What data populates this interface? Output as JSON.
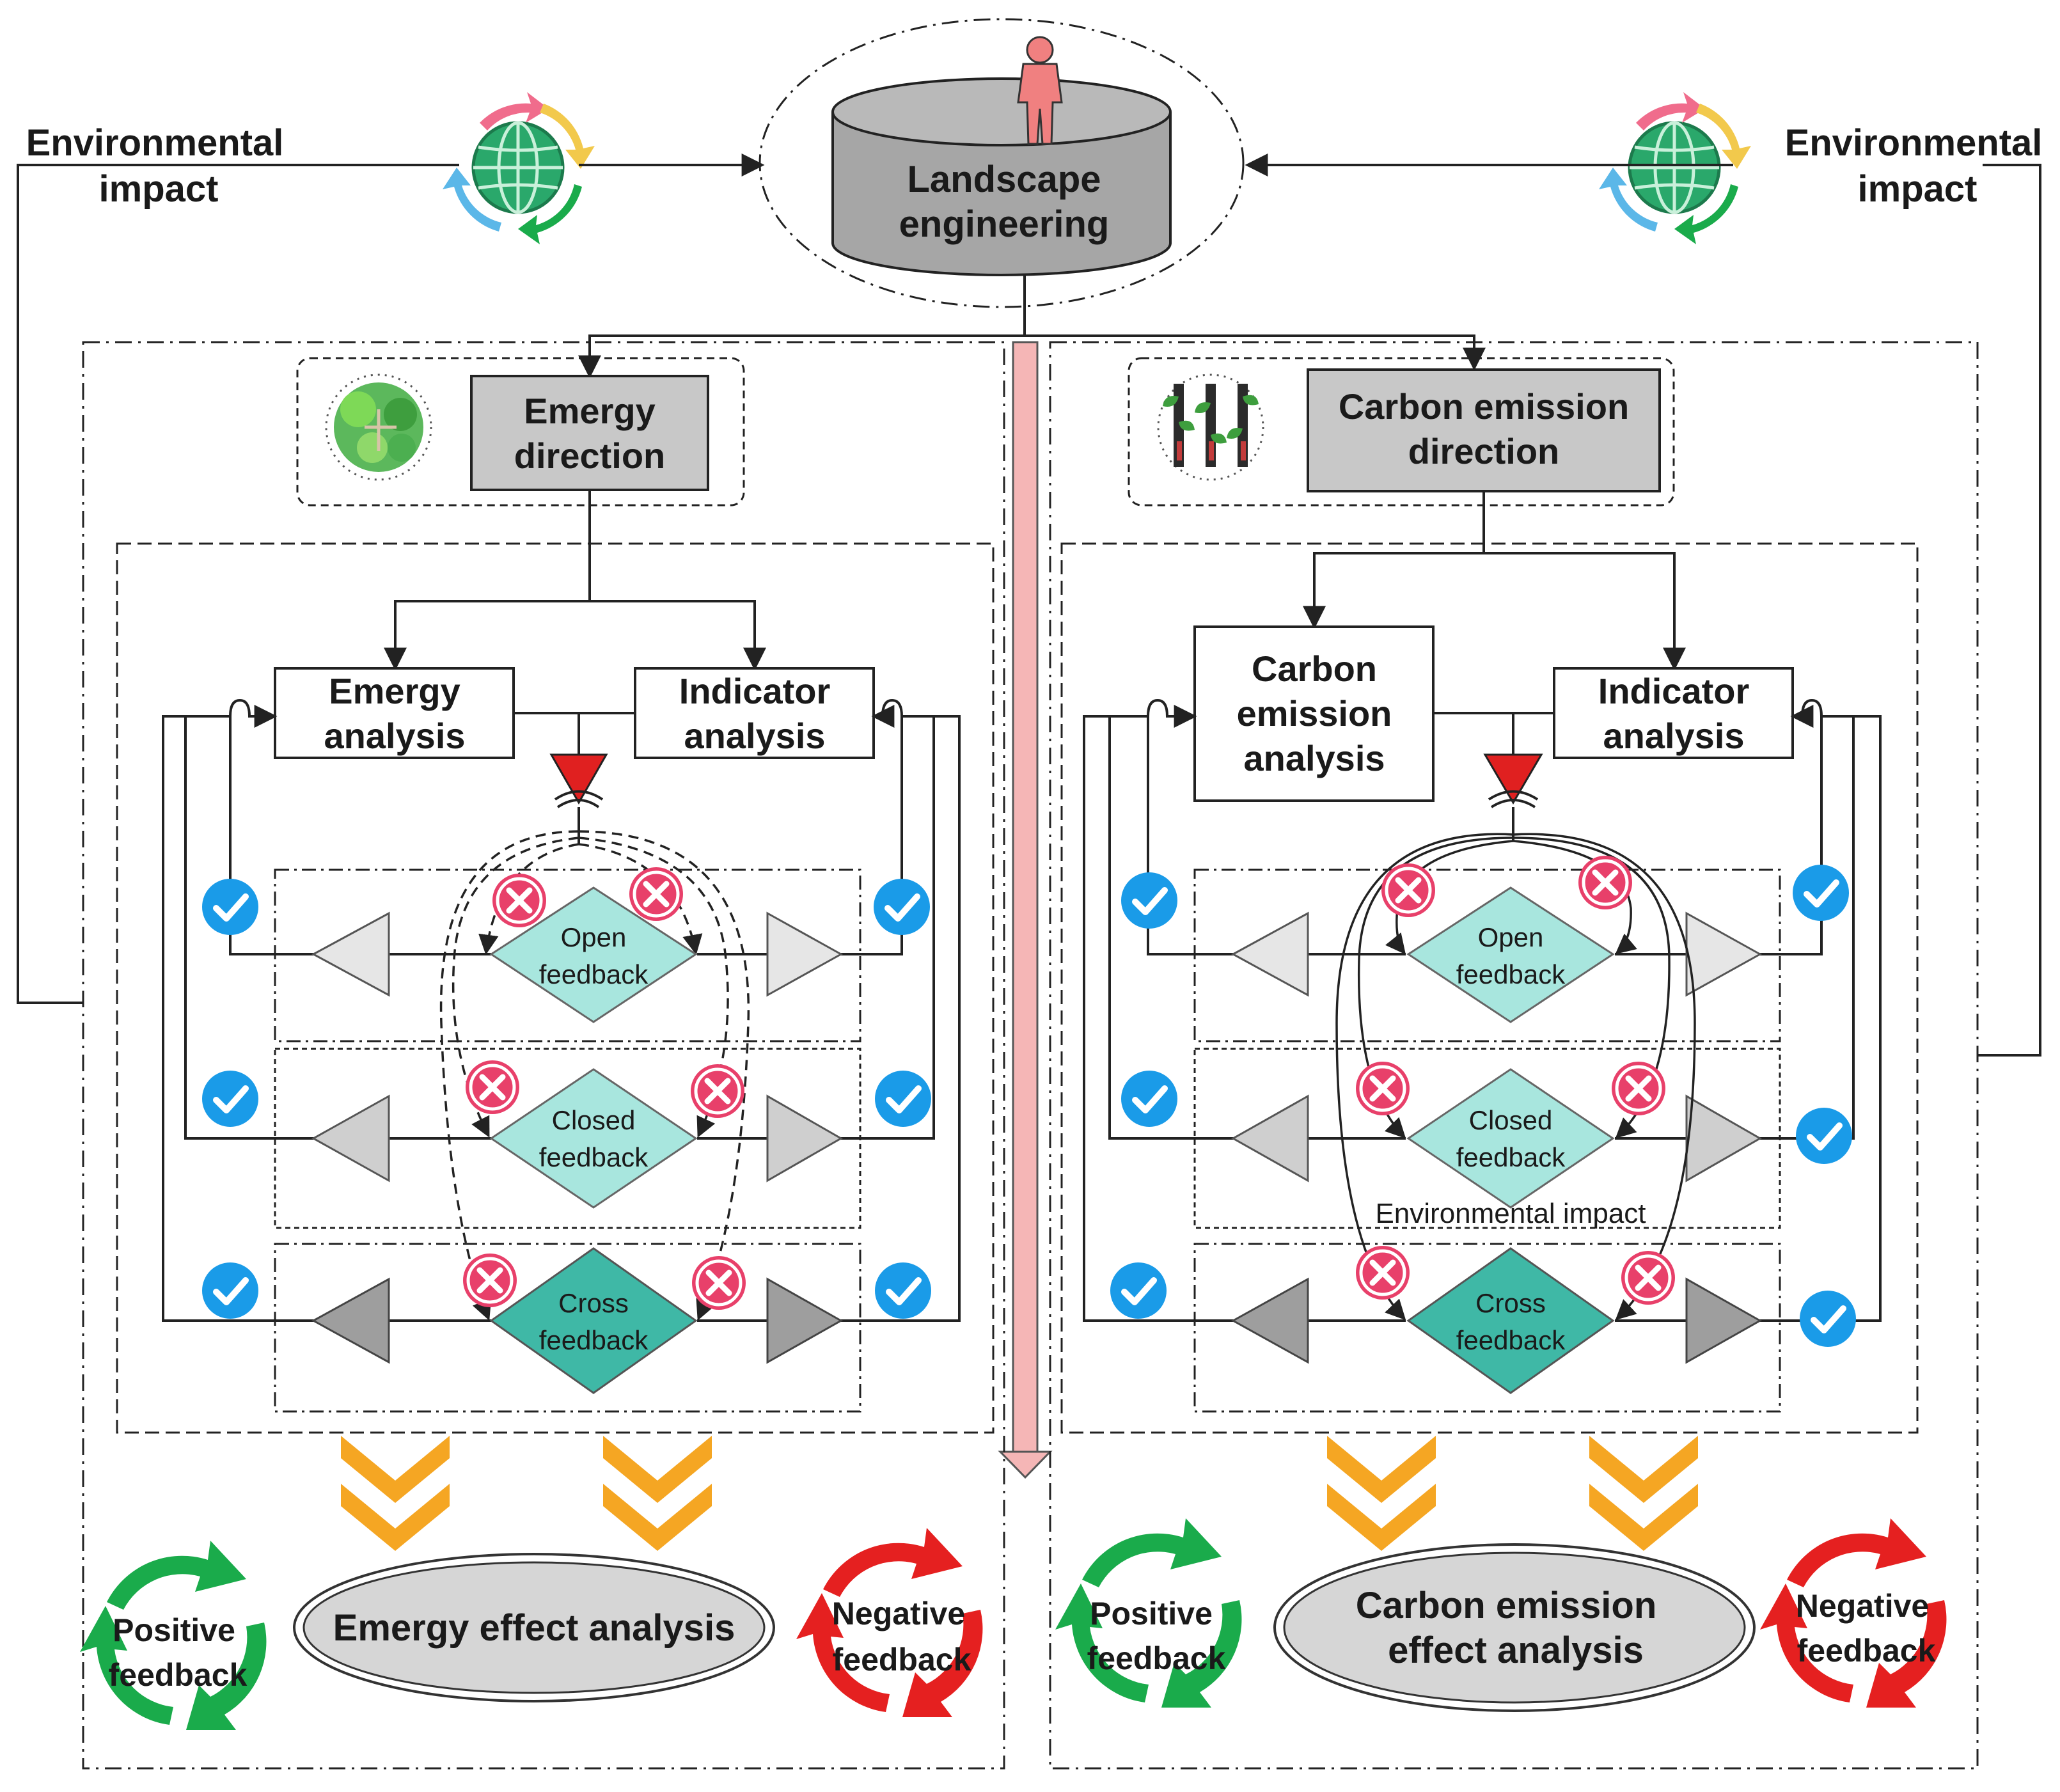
{
  "top": {
    "title_line1": "Landscape",
    "title_line2": "engineering"
  },
  "env_left": {
    "line1": "Environmental",
    "line2": "impact"
  },
  "env_right": {
    "line1": "Environmental",
    "line2": "impact"
  },
  "left_panel": {
    "direction_line1": "Emergy",
    "direction_line2": "direction",
    "analysis_a_line1": "Emergy",
    "analysis_a_line2": "analysis",
    "analysis_b_line1": "Indicator",
    "analysis_b_line2": "analysis",
    "open_line1": "Open",
    "open_line2": "feedback",
    "closed_line1": "Closed",
    "closed_line2": "feedback",
    "cross_line1": "Cross",
    "cross_line2": "feedback",
    "effect_label": "Emergy effect analysis",
    "positive_line1": "Positive",
    "positive_line2": "feedback",
    "negative_line1": "Negative",
    "negative_line2": "feedback"
  },
  "right_panel": {
    "direction_line1": "Carbon emission",
    "direction_line2": "direction",
    "analysis_a_line1": "Carbon",
    "analysis_a_line2": "emission",
    "analysis_a_line3": "analysis",
    "analysis_b_line1": "Indicator",
    "analysis_b_line2": "analysis",
    "open_line1": "Open",
    "open_line2": "feedback",
    "closed_line1": "Closed",
    "closed_line2": "feedback",
    "cross_line1": "Cross",
    "cross_line2": "feedback",
    "env_note": "Environmental impact",
    "effect_line1": "Carbon emission",
    "effect_line2": "effect analysis",
    "positive_line1": "Positive",
    "positive_line2": "feedback",
    "negative_line1": "Negative",
    "negative_line2": "feedback"
  },
  "colors": {
    "box_fill": "#c8c8c8",
    "diamond_light": "#a8e6de",
    "diamond_dark": "#3fb8a6",
    "check_blue": "#1a9be8",
    "cross_red": "#e8406a",
    "chevron_orange": "#f5a623",
    "center_arrow": "#f5b6b6",
    "positive_green": "#1aab4b",
    "negative_red": "#e52020"
  }
}
